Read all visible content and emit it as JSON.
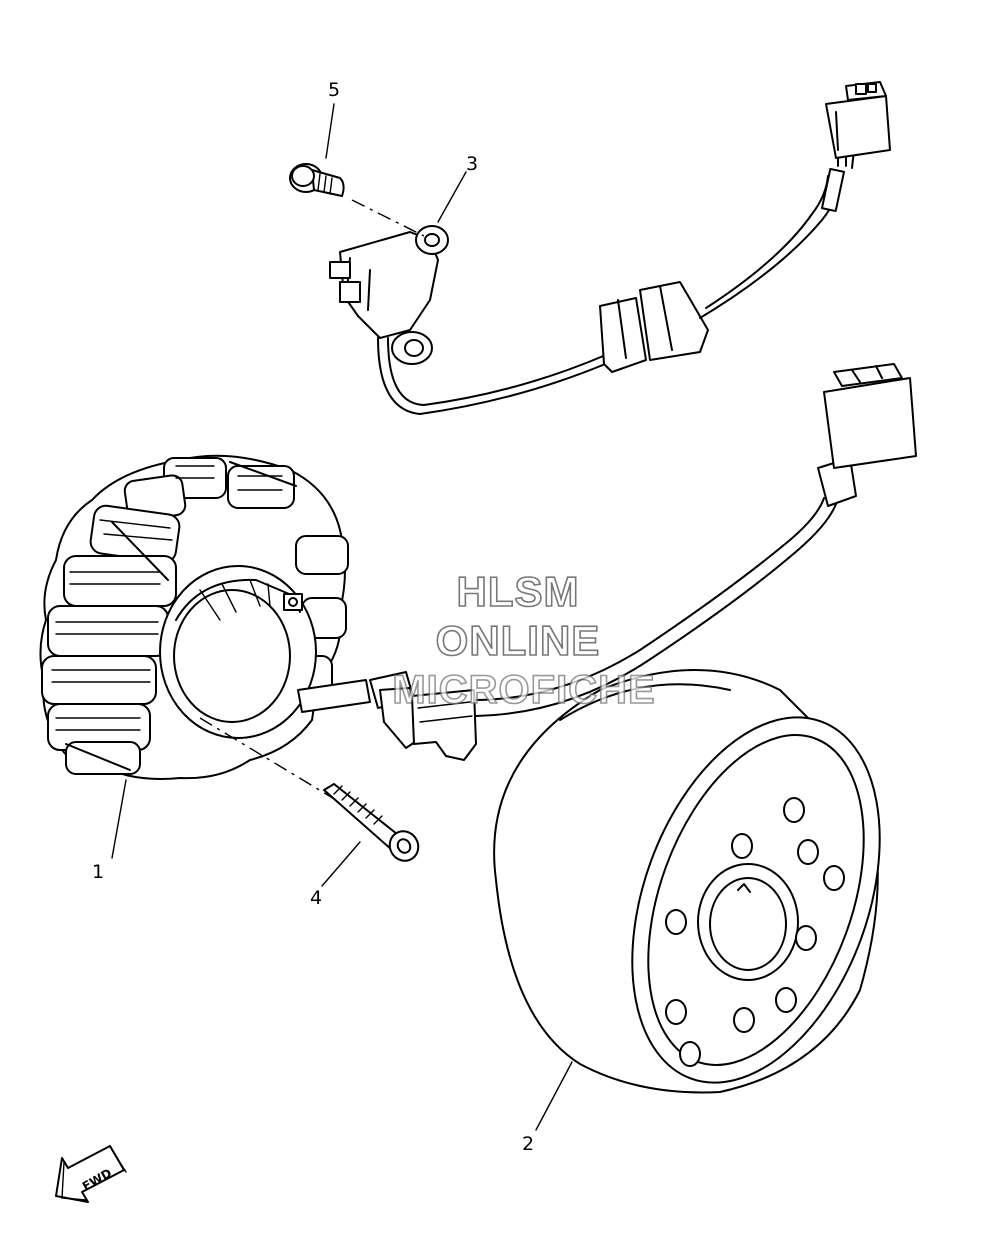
{
  "diagram": {
    "callouts": {
      "n1": "1",
      "n2": "2",
      "n3": "3",
      "n4": "4",
      "n5": "5"
    },
    "fwd_label": "FWD"
  },
  "watermark": {
    "line1": "HLSM",
    "line2": "ONLINE",
    "line3": "MICROFICHE"
  }
}
